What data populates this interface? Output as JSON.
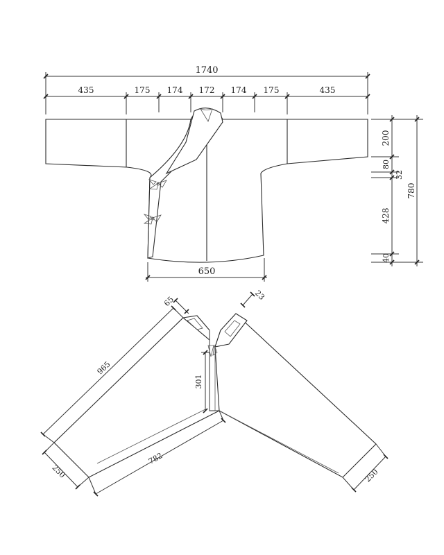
{
  "top_view": {
    "overall_width": "1740",
    "segments": [
      "435",
      "175",
      "174",
      "172",
      "174",
      "175",
      "435"
    ],
    "hem_width": "650",
    "right_dims": {
      "sleeve_height": "200",
      "cuff_drop": "80",
      "armpit_offset": "32",
      "side_length": "428",
      "hem_curve": "40",
      "total_length": "780"
    }
  },
  "bottom_view": {
    "left_collar": "65",
    "right_collar": "23",
    "sleeve_panel_length": "965",
    "placket_depth": "301",
    "diagonal_length": "782",
    "left_cuff": "250",
    "right_cuff": "250"
  },
  "colors": {
    "line": "#333333",
    "background": "#ffffff"
  }
}
